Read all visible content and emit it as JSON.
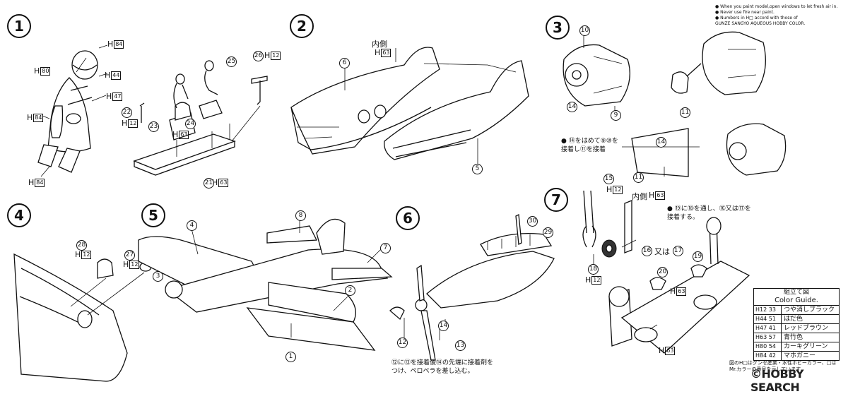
{
  "steps": [
    "1",
    "2",
    "3",
    "4",
    "5",
    "6",
    "7"
  ],
  "top_notes": [
    "● When you paint model,open windows to let fresh air in.",
    "● Never use fire near paint.",
    "● Numbers in H□ accord with those of",
    "GUNZE SANGYO AQUEOUS HOBBY COLOR."
  ],
  "step1": {
    "codes": [
      {
        "h": "H",
        "n": "84"
      },
      {
        "h": "H",
        "n": "80"
      },
      {
        "h": "H",
        "n": "44"
      },
      {
        "h": "H",
        "n": "47"
      },
      {
        "h": "H",
        "n": "84"
      },
      {
        "h": "H",
        "n": "84"
      },
      {
        "h": "H",
        "n": "12"
      },
      {
        "h": "H",
        "n": "63"
      },
      {
        "h": "H",
        "n": "12"
      },
      {
        "h": "H",
        "n": "63"
      }
    ],
    "parts": [
      "22",
      "23",
      "24",
      "25",
      "26",
      "21"
    ]
  },
  "step2": {
    "inner_label": "内側",
    "codes": [
      {
        "h": "H",
        "n": "63"
      }
    ],
    "parts": [
      "6",
      "5"
    ]
  },
  "step3": {
    "parts": [
      "10",
      "14",
      "9",
      "11",
      "14",
      "11"
    ],
    "note_line1": "● ⑭をはめて⑨⑩を",
    "note_line2": "接着し⑪を接着"
  },
  "step4": {
    "codes": [
      {
        "h": "H",
        "n": "12"
      },
      {
        "h": "H",
        "n": "12"
      }
    ],
    "parts": [
      "28",
      "27"
    ]
  },
  "step5": {
    "parts": [
      "4",
      "8",
      "3",
      "7",
      "2",
      "1"
    ]
  },
  "step6": {
    "parts": [
      "30",
      "29",
      "12",
      "14",
      "13"
    ],
    "note_line1": "⑫に⑬を接着後⑭の先端に接着剤を",
    "note_line2": "つけ、ペロペラを差し込む。"
  },
  "step7": {
    "codes": [
      {
        "h": "H",
        "n": "12"
      },
      {
        "h": "H",
        "n": "63"
      },
      {
        "h": "H",
        "n": "12"
      },
      {
        "h": "H",
        "n": "63"
      },
      {
        "h": "H",
        "n": "63"
      }
    ],
    "inner_label": "内側",
    "parts": [
      "15",
      "16",
      "17",
      "18",
      "20",
      "19"
    ],
    "note_line1": "● ⑲に⑱を通し、⑯又は⑰を",
    "note_line2": "接着する。",
    "or_label": "又は"
  },
  "color_guide": {
    "title": "組立て図",
    "subtitle": "Color Guide.",
    "rows": [
      {
        "code": "H12",
        "num": "33",
        "name": "つや消しブラック"
      },
      {
        "code": "H44",
        "num": "51",
        "name": "はだ色"
      },
      {
        "code": "H47",
        "num": "41",
        "name": "レッドブラウン"
      },
      {
        "code": "H63",
        "num": "57",
        "name": "青竹色"
      },
      {
        "code": "H80",
        "num": "54",
        "name": "カーキグリーン"
      },
      {
        "code": "H84",
        "num": "42",
        "name": "マホガニー"
      }
    ]
  },
  "footer_note": "図のH□はグンゼ産業・水性ホビーカラー、□は Mr.カラーの番号を示しています。",
  "watermark": "©HOBBY SEARCH"
}
